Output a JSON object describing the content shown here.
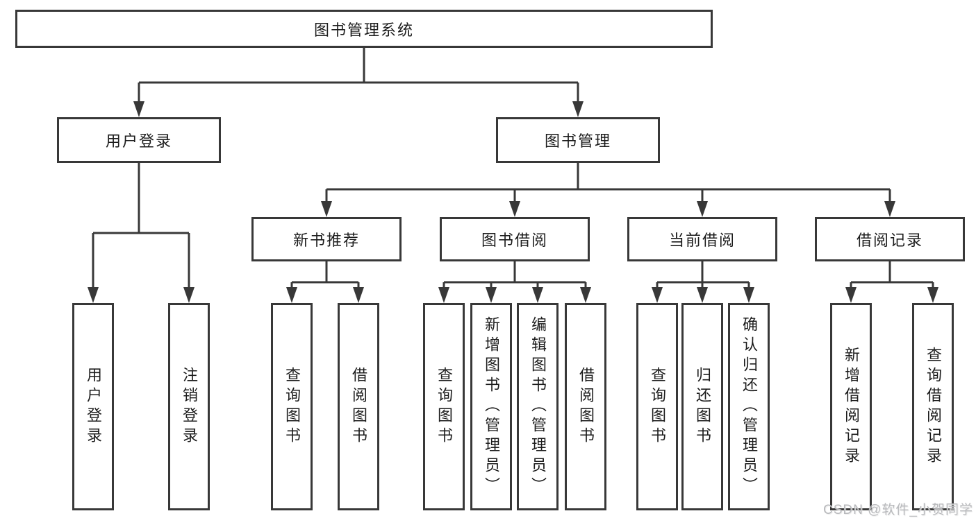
{
  "colors": {
    "line": "#383838",
    "box_border": "#383838",
    "box_fill": "#ffffff",
    "text": "#1c1c1c",
    "background": "#ffffff",
    "watermark": "#b9babd"
  },
  "tree": {
    "root": {
      "label": "图书管理系统",
      "children": [
        {
          "label": "用户登录",
          "children": [
            {
              "label": "用户登录"
            },
            {
              "label": "注销登录"
            }
          ]
        },
        {
          "label": "图书管理",
          "children": [
            {
              "label": "新书推荐",
              "children": [
                {
                  "label": "查询图书"
                },
                {
                  "label": "借阅图书"
                }
              ]
            },
            {
              "label": "图书借阅",
              "children": [
                {
                  "label": "查询图书"
                },
                {
                  "label": "新增图书（管理员）"
                },
                {
                  "label": "编辑图书（管理员）"
                },
                {
                  "label": "借阅图书"
                }
              ]
            },
            {
              "label": "当前借阅",
              "children": [
                {
                  "label": "查询图书"
                },
                {
                  "label": "归还图书"
                },
                {
                  "label": "确认归还（管理员）"
                }
              ]
            },
            {
              "label": "借阅记录",
              "children": [
                {
                  "label": "新增借阅记录"
                },
                {
                  "label": "查询借阅记录"
                }
              ]
            }
          ]
        }
      ]
    }
  },
  "watermark": {
    "text": "CSDN @软件_小贺同学"
  }
}
